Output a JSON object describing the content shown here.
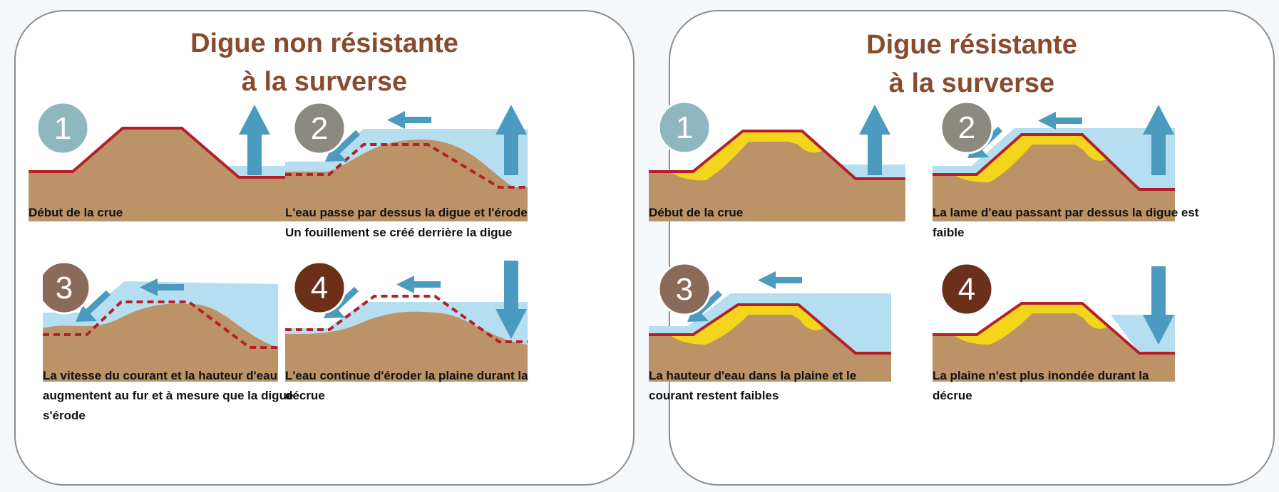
{
  "panels": [
    {
      "title_line1": "Digue non résistante",
      "title_line2": "à la surverse",
      "steps": [
        {
          "number": "1",
          "caption": "Début de la crue"
        },
        {
          "number": "2",
          "caption": "L'eau passe par dessus la digue et l'érode\nUn fouillement se créé derrière la digue"
        },
        {
          "number": "3",
          "caption": "La vitesse du courant et la hauteur d'eau augmentent au fur et à mesure que la digue s'érode"
        },
        {
          "number": "4",
          "caption": "L'eau continue d'éroder la plaine durant la décrue"
        }
      ]
    },
    {
      "title_line1": "Digue résistante",
      "title_line2": "à la surverse",
      "steps": [
        {
          "number": "1",
          "caption": "Début de la crue"
        },
        {
          "number": "2",
          "caption": "La lame d'eau passant par dessus la digue est faible"
        },
        {
          "number": "3",
          "caption": "La hauteur d'eau dans la plaine et le courant restent faibles"
        },
        {
          "number": "4",
          "caption": "La plaine n'est plus inondée durant la décrue"
        }
      ]
    }
  ],
  "colors": {
    "title": "#8a4a2e",
    "water": "#b5def0",
    "soil": "#bc9367",
    "dike_outline": "#b3202a",
    "protection": "#f3d51b",
    "arrow": "#4a9bbf",
    "step1_circle": "#8fb7bf",
    "step2_circle": "#8c8a80",
    "step3_circle": "#8a6a58",
    "step4_circle": "#6b2f1a"
  }
}
